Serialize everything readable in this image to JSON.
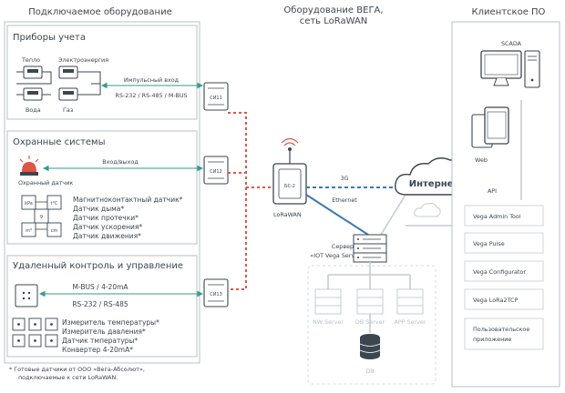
{
  "headers": {
    "left": "Подключаемое оборудование",
    "center_line1": "Оборудование ВЕГА,",
    "center_line2": "сеть LoRaWAN",
    "right": "Клиентское  ПО"
  },
  "metering": {
    "title": "Приборы учета",
    "heat": "Тепло",
    "electricity": "Электроэнергия",
    "water": "Вода",
    "gas": "Газ",
    "pulse_input": "Импульсный вход",
    "interfaces": "RS-232 / RS-485 / M-BUS",
    "device": "СИ11"
  },
  "security": {
    "title": "Охранные системы",
    "io": "Вход/выход",
    "guard_sensor": "Охранный датчик",
    "sensors": [
      "Магнитноконтактный датчик*",
      "Датчик дыма*",
      "Датчик протечки*",
      "Датчик ускорения*",
      "Датчик движения*"
    ],
    "grid": [
      "kPa",
      "t°C",
      "9",
      "m³",
      "cm"
    ],
    "device": "СИ12"
  },
  "remote": {
    "title": "Удаленный контроль и управление",
    "line1": "M-BUS / 4-20mA",
    "line2": "RS-232 / RS-485",
    "sensors": [
      "Измеритель температуры*",
      "Измеритель давления*",
      "Датчик тмпературы*",
      "Конвертер 4-20mA*"
    ],
    "device": "СИ13"
  },
  "footnote_line1": "*  Готовые датчики от ООО «Вега-Абсолют»,",
  "footnote_line2": "подключаемые к сети LoRaWAN.",
  "gateway": {
    "device": "БС-2",
    "label": "LoRaWAN"
  },
  "links": {
    "g3": "3G",
    "ethernet": "Ethernet"
  },
  "internet": "Интернет",
  "server": {
    "line1": "Сервер",
    "line2": "«IOT Vega Server»",
    "nw": "NW Server",
    "db": "DB Server",
    "app": "APP Server",
    "db_label": "DB"
  },
  "client": {
    "scada": "SCADA",
    "web": "Web",
    "api": "API",
    "items": [
      "Vega Admin Tool",
      "Vega Pulse",
      "Vega Configurator",
      "Vega LoRa2TCP",
      "Пользовательское приложение"
    ],
    "custom_line1": "Пользовательское",
    "custom_line2": "приложение"
  },
  "colors": {
    "teal": "#2e9e8f",
    "red": "#e05545",
    "blue": "#3a78b6",
    "gray": "#c6ccd1",
    "dark": "#3b4650"
  }
}
